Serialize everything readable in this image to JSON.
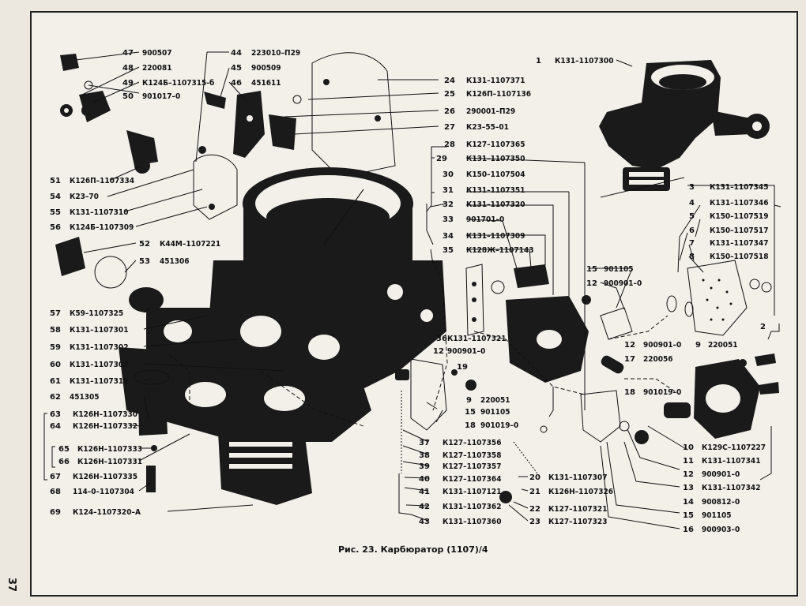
{
  "caption": "Рис. 23. Карбюратор (1107)/4",
  "page_number": "37",
  "callouts_left": [
    {
      "num": "47",
      "code": "900507"
    },
    {
      "num": "48",
      "code": "220081"
    },
    {
      "num": "49",
      "code": "К124Б–1107315-б"
    },
    {
      "num": "50",
      "code": "901017–0"
    },
    {
      "num": "51",
      "code": "К126П–1107334"
    },
    {
      "num": "54",
      "code": "К23–70"
    },
    {
      "num": "55",
      "code": "К131–1107310"
    },
    {
      "num": "56",
      "code": "К124Б–1107309"
    },
    {
      "num": "52",
      "code": "К44М–1107221"
    },
    {
      "num": "53",
      "code": "451306"
    },
    {
      "num": "57",
      "code": "К59–1107325"
    },
    {
      "num": "58",
      "code": "К131–1107301"
    },
    {
      "num": "59",
      "code": "К131–1107302"
    },
    {
      "num": "60",
      "code": "К131–1107303"
    },
    {
      "num": "61",
      "code": "К131–1107315"
    },
    {
      "num": "62",
      "code": "451305"
    },
    {
      "num": "63",
      "code": "К126Н–1107330"
    },
    {
      "num": "64",
      "code": "К126Н–1107332"
    },
    {
      "num": "65",
      "code": "К126Н–1107333"
    },
    {
      "num": "66",
      "code": "К126Н–1107331"
    },
    {
      "num": "67",
      "code": "К126Н–1107335"
    },
    {
      "num": "68",
      "code": "114–0–1107304"
    },
    {
      "num": "69",
      "code": "К124–1107320–А"
    }
  ],
  "callouts_top": [
    {
      "num": "44",
      "code": "223010–П29"
    },
    {
      "num": "45",
      "code": "900509"
    },
    {
      "num": "46",
      "code": "451611"
    }
  ],
  "callouts_center": [
    {
      "num": "24",
      "code": "К131–1107371"
    },
    {
      "num": "25",
      "code": "К126П–1107136"
    },
    {
      "num": "26",
      "code": "290001–П29"
    },
    {
      "num": "27",
      "code": "К23–55–01"
    },
    {
      "num": "28",
      "code": "К127–1107365"
    },
    {
      "num": "29",
      "code": "К131–1107350"
    },
    {
      "num": "30",
      "code": "К150–1107504"
    },
    {
      "num": "31",
      "code": "К131–1107351"
    },
    {
      "num": "32",
      "code": "К131–1107320"
    },
    {
      "num": "33",
      "code": "901701–0"
    },
    {
      "num": "34",
      "code": "К131–1107309"
    },
    {
      "num": "35",
      "code": "К128Ж–1107143"
    },
    {
      "num": "36",
      "code": "К131–1107321"
    },
    {
      "num": "12",
      "code": "900901–0"
    },
    {
      "num": "19",
      "code": ""
    },
    {
      "num": "9",
      "code": "220051"
    },
    {
      "num": "15",
      "code": "901105"
    },
    {
      "num": "18",
      "code": "901019–0"
    },
    {
      "num": "37",
      "code": "К127–1107356"
    },
    {
      "num": "38",
      "code": "К127–1107358"
    },
    {
      "num": "39",
      "code": "К127–1107357"
    },
    {
      "num": "40",
      "code": "К127–1107364"
    },
    {
      "num": "41",
      "code": "К131–1107121"
    },
    {
      "num": "42",
      "code": "К131–1107362"
    },
    {
      "num": "43",
      "code": "К131–1107360"
    },
    {
      "num": "20",
      "code": "К131–1107307"
    },
    {
      "num": "21",
      "code": "К126Н–1107326"
    },
    {
      "num": "22",
      "code": "К127–1107321"
    },
    {
      "num": "23",
      "code": "К127–1107323"
    }
  ],
  "callouts_right": [
    {
      "num": "1",
      "code": "К131–1107300"
    },
    {
      "num": "3",
      "code": "К131–1107345"
    },
    {
      "num": "4",
      "code": "К131–1107346"
    },
    {
      "num": "5",
      "code": "К150–1107519"
    },
    {
      "num": "6",
      "code": "К150–1107517"
    },
    {
      "num": "7",
      "code": "К131–1107347"
    },
    {
      "num": "8",
      "code": "К150–1107518"
    },
    {
      "num": "15",
      "code": "901105"
    },
    {
      "num": "12",
      "code": "900901–0"
    },
    {
      "num": "12",
      "code": "900901–0"
    },
    {
      "num": "9",
      "code": "220051"
    },
    {
      "num": "17",
      "code": "220056"
    },
    {
      "num": "18",
      "code": "901019–0"
    },
    {
      "num": "2",
      "code": ""
    },
    {
      "num": "10",
      "code": "К129С–1107227"
    },
    {
      "num": "11",
      "code": "К131–1107341"
    },
    {
      "num": "12",
      "code": "900901–0"
    },
    {
      "num": "13",
      "code": "К131–1107342"
    },
    {
      "num": "14",
      "code": "900812–0"
    },
    {
      "num": "15",
      "code": "901105"
    },
    {
      "num": "16",
      "code": "900903–0"
    }
  ]
}
